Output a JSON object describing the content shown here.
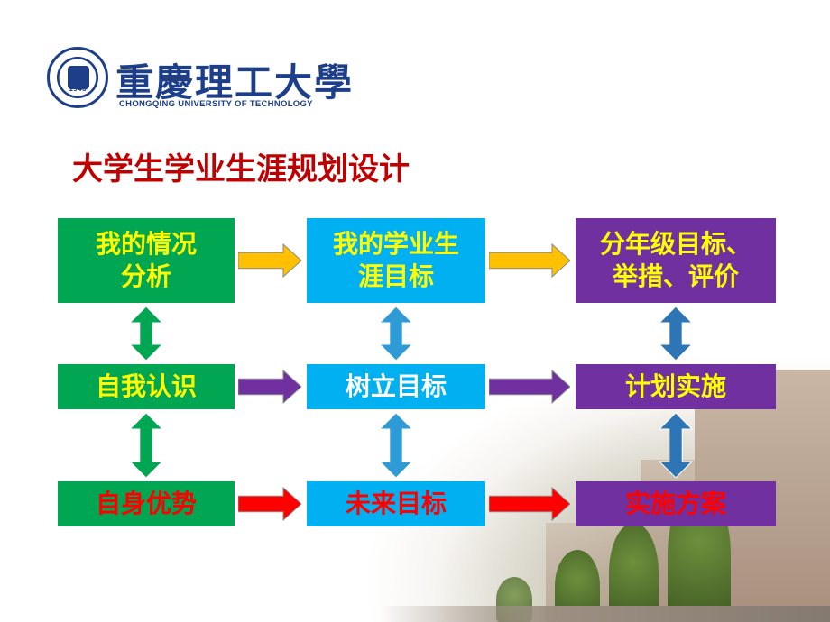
{
  "logo": {
    "name_cn": "重慶理工大學",
    "name_en": "CHONGQING UNIVERSITY OF TECHNOLOGY",
    "seal_year": "1940"
  },
  "title": "大学生学业生涯规划设计",
  "rows": [
    [
      {
        "text": "我的情况\n分析",
        "color": "green",
        "text_color": "yellow"
      },
      {
        "text": "我的学业生\n涯目标",
        "color": "cyan",
        "text_color": "yellow"
      },
      {
        "text": "分年级目标、\n举措、评价",
        "color": "purple",
        "text_color": "yellow"
      }
    ],
    [
      {
        "text": "自我认识",
        "color": "green",
        "text_color": "yellow"
      },
      {
        "text": "树立目标",
        "color": "cyan",
        "text_color": "white"
      },
      {
        "text": "计划实施",
        "color": "purple",
        "text_color": "yellow"
      }
    ],
    [
      {
        "text": "自身优势",
        "color": "green",
        "text_color": "red"
      },
      {
        "text": "未来目标",
        "color": "cyan",
        "text_color": "red"
      },
      {
        "text": "实施方案",
        "color": "purple",
        "text_color": "red"
      }
    ]
  ],
  "row_arrow_colors": [
    "#ffc000",
    "#7030a0",
    "#ff0000"
  ],
  "vertical_arrow_colors": [
    "#00a651",
    "#2e9bd6",
    "#2e75b6"
  ],
  "colors": {
    "green": "#00a651",
    "cyan": "#00b0f0",
    "purple": "#7030a0",
    "yellow": "#ffff00",
    "white": "#ffffff",
    "red": "#ff0000",
    "title": "#c00000",
    "logo": "#1d3f8a"
  }
}
